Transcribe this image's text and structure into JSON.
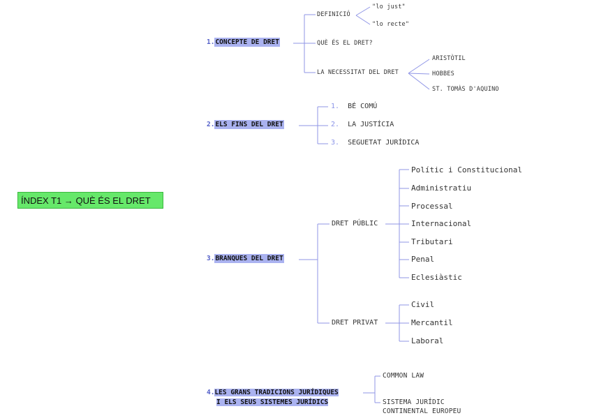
{
  "root": "ÍNDEX T1 → QUÈ ÉS EL DRET",
  "sections": [
    {
      "number": "1.",
      "title": "CONCEPTE DE DRET",
      "children": [
        {
          "label": "DEFINICIÓ",
          "children": [
            "\"lo just\"",
            "\"lo recte\""
          ]
        },
        {
          "label": "QUÈ ÉS EL DRET?"
        },
        {
          "label": "LA NECESSITAT DEL DRET",
          "children": [
            "ARISTÒTIL",
            "HOBBES",
            "ST. TOMÀS D'AQUINO"
          ]
        }
      ]
    },
    {
      "number": "2.",
      "title": "ELS FINS DEL DRET",
      "children": [
        {
          "num": "1.",
          "label": "BÉ COMÚ"
        },
        {
          "num": "2.",
          "label": "LA JUSTÍCIA"
        },
        {
          "num": "3.",
          "label": "SEGUETAT JURÍDICA"
        }
      ]
    },
    {
      "number": "3.",
      "title": "BRANQUES DEL DRET",
      "children": [
        {
          "label": "DRET PÚBLIC",
          "children": [
            "Polític i Constitucional",
            "Administratiu",
            "Processal",
            "Internacional",
            "Tributari",
            "Penal",
            "Eclesiàstic"
          ]
        },
        {
          "label": "DRET PRIVAT",
          "children": [
            "Civil",
            "Mercantil",
            "Laboral"
          ]
        }
      ]
    },
    {
      "number": "4.",
      "title_line1": "LES GRANS TRADICIONS JURÍDIQUES",
      "title_line2": "I ELS SEUS SISTEMES JURÍDICS",
      "children": [
        {
          "label": "COMMON LAW"
        },
        {
          "label_line1": "SISTEMA JURÍDIC",
          "label_line2": "CONTINENTAL EUROPEU"
        }
      ]
    }
  ],
  "colors": {
    "line": "#8f95e6",
    "highlight": "#aab2f0",
    "root_fill": "#66e86a"
  }
}
